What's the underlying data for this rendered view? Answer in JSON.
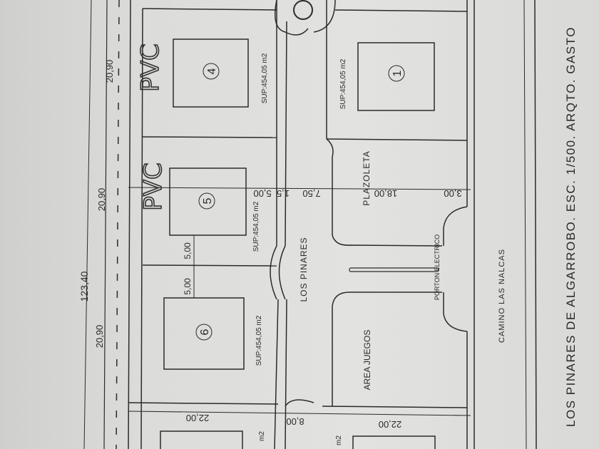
{
  "title": "LOS PINARES DE ALGARROBO. ESC. 1/500. ARQTO. GASTO",
  "dimensions": {
    "total": "123,40",
    "lot_widths": [
      "20,90",
      "20,90",
      "20,90"
    ],
    "section": [
      "5,00",
      "1,5",
      "7,50",
      "18,00",
      "3,00"
    ],
    "side_offsets": [
      "5,00",
      "5,00"
    ],
    "bottom": [
      "22,00",
      "8,00",
      "22,00"
    ]
  },
  "lots": [
    {
      "number": "4",
      "area": "SUP:454,05 m2"
    },
    {
      "number": "1",
      "area": "SUP:454,05 m2"
    },
    {
      "number": "5",
      "area": "SUP:454,05 m2"
    },
    {
      "number": "6",
      "area": "SUP:454,05 m2"
    }
  ],
  "bottom_area_labels": [
    "m2",
    "m2"
  ],
  "labels": {
    "street": "LOS PINARES",
    "plaza": "PLAZOLETA",
    "play_area": "AREA JUEGOS",
    "road": "CAMINO LAS NALCAS",
    "gate": "PORTON ELECTRICO"
  },
  "handwritten": [
    "PVC",
    "PVC"
  ]
}
